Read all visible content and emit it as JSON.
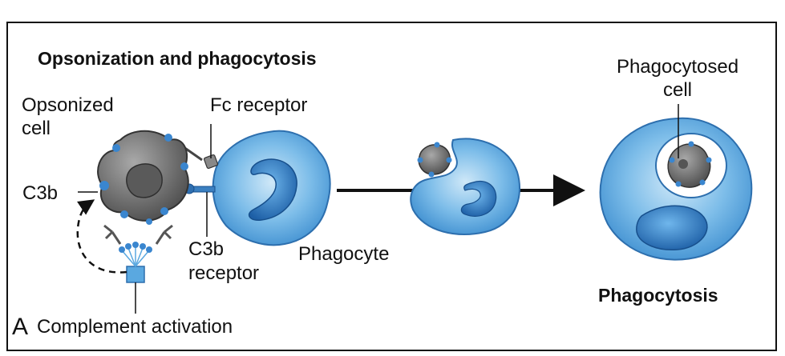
{
  "figure": {
    "panel_letter": "A",
    "title": "Opsonization and phagocytosis",
    "labels": {
      "opsonized_cell": [
        "Opsonized",
        "cell"
      ],
      "c3b": "C3b",
      "fc_receptor": "Fc receptor",
      "c3b_receptor": [
        "C3b",
        "receptor"
      ],
      "phagocyte": "Phagocyte",
      "complement_activation": "Complement activation",
      "phagocytosed_cell": [
        "Phagocytosed",
        "cell"
      ],
      "phagocytosis": "Phagocytosis"
    }
  },
  "colors": {
    "phagocyte_blue": "#5aa8e0",
    "phagocyte_edge": "#2d6fae",
    "nucleus_blue": "#2f7fc8",
    "cell_gray": "#7d7d7d",
    "cell_dark": "#4a4a4a",
    "line": "#111111"
  }
}
